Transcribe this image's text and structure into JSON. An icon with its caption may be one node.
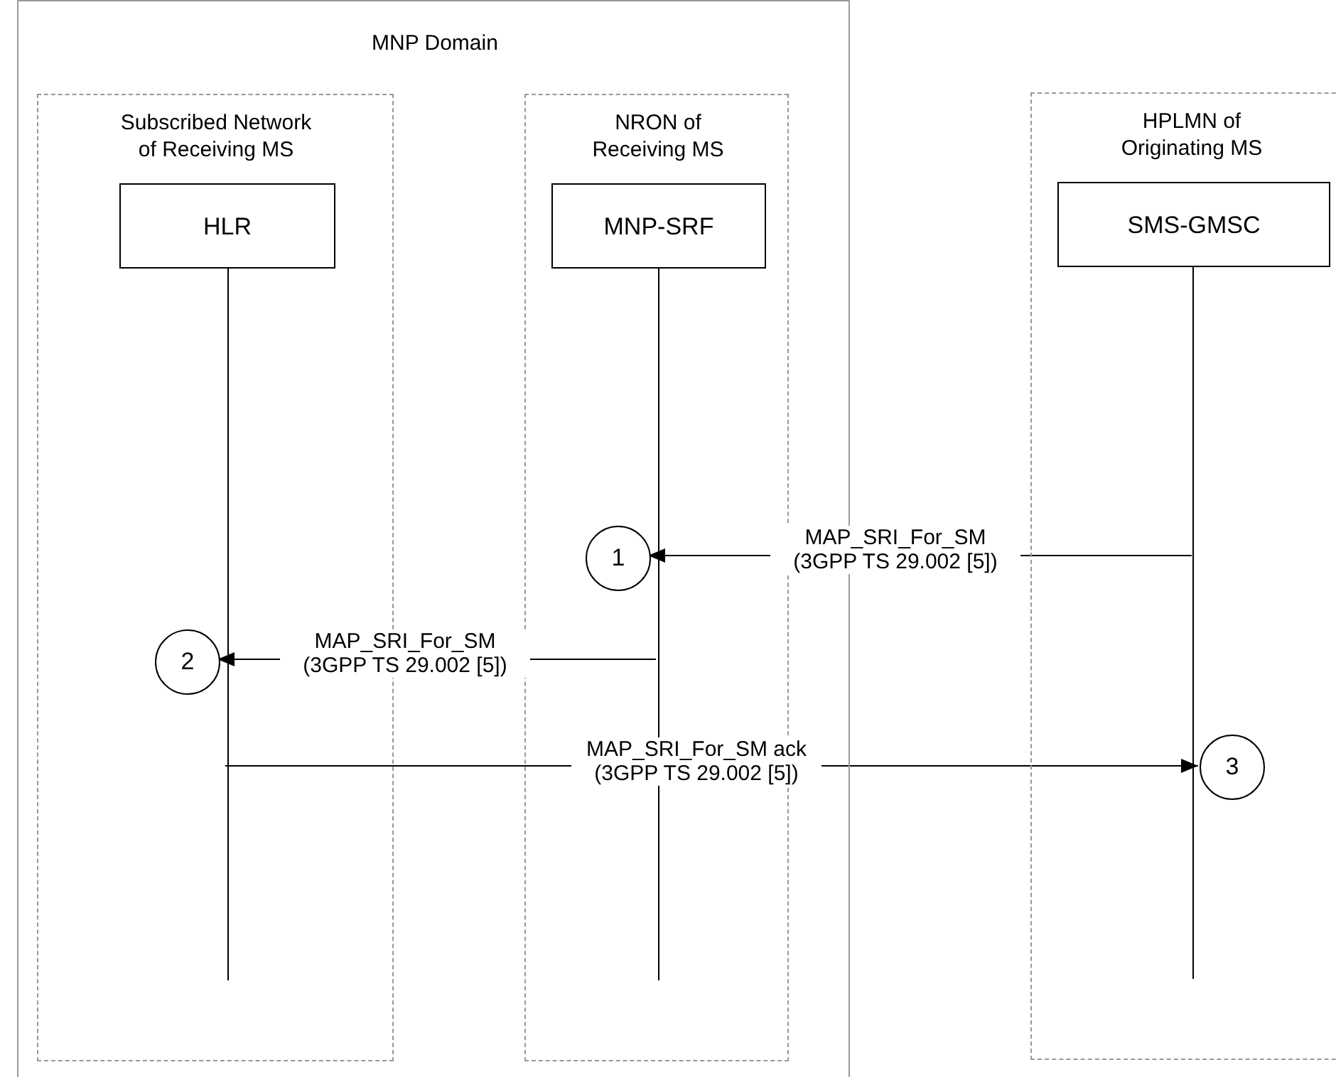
{
  "diagram": {
    "nodes": [
      {
        "text": [
          "MNP Domain"
        ]
      },
      {
        "text": [
          "Subscribed Network of Receiving MS"
        ],
        "in": 0
      },
      {
        "text": [
          "NRON of Receiving MS"
        ],
        "in": 0
      },
      {
        "text": [
          "HPLMN of Originating MS"
        ]
      },
      {
        "text": [
          "HLR"
        ],
        "in": 1
      },
      {
        "text": [
          "MNP-SRF"
        ],
        "in": 2
      },
      {
        "text": [
          "SMS-GMSC"
        ],
        "in": 3
      },
      {
        "text": [],
        "shape": "line",
        "in": 1
      },
      {
        "text": [],
        "shape": "line",
        "in": 2
      },
      {
        "text": [],
        "shape": "line",
        "in": 3
      },
      {
        "text": [
          "1"
        ],
        "in": 2
      },
      {
        "text": [
          "2"
        ],
        "in": 1
      },
      {
        "text": [
          "3"
        ],
        "in": 3
      }
    ],
    "edges": [
      {
        "from": 9,
        "to": 10,
        "arrow": "to",
        "label": "MAP_SRI_For_SM (3GPP TS 29.002 [5])"
      },
      {
        "from": 8,
        "to": 11,
        "arrow": "to",
        "label": "MAP_SRI_For_SM (3GPP TS 29.002 [5])"
      },
      {
        "from": 7,
        "to": 12,
        "arrow": "to",
        "label": "MAP_SRI_For_SM ack (3GPP TS 29.002 [5])"
      }
    ]
  }
}
